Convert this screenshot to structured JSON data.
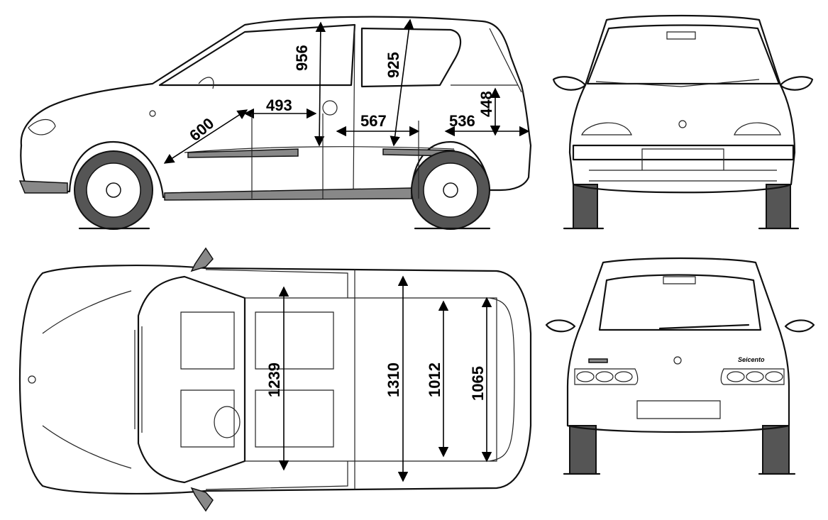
{
  "title": "Car blueprint with dimensions (side, front, top, rear views)",
  "views": [
    "side",
    "front",
    "top",
    "rear"
  ],
  "side_dimensions": {
    "front_door_height": "956",
    "rear_door_height": "925",
    "front_seat_depth": "493",
    "front_seat_legroom": "600",
    "rear_seat_depth": "567",
    "trunk_length": "536",
    "trunk_height": "448"
  },
  "top_dimensions": {
    "front_width": "1239",
    "middle_width": "1310",
    "rear_seat_width": "1012",
    "trunk_width": "1065"
  },
  "rear_badge": "Seicento",
  "colors": {
    "line": "#111111",
    "background": "#ffffff",
    "hatch": "#888888"
  }
}
